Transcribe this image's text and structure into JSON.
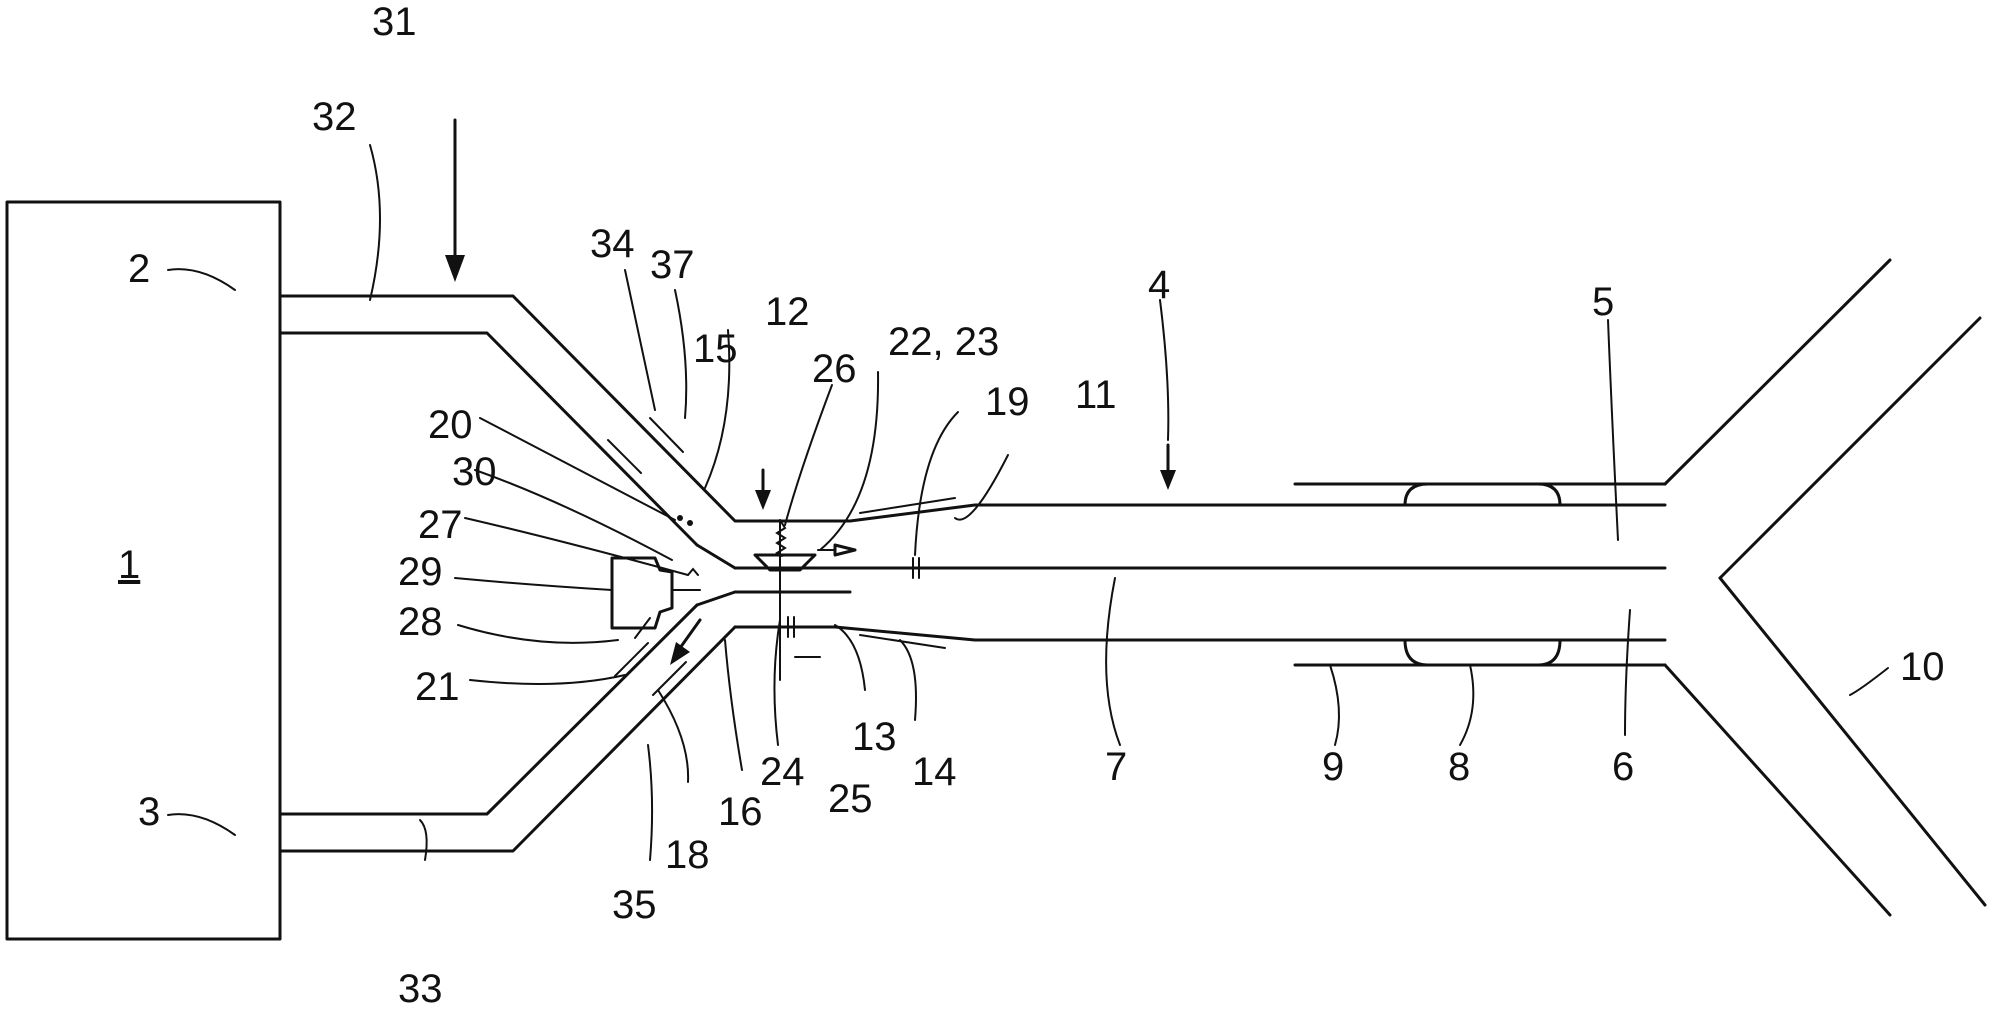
{
  "colors": {
    "line": "#111111",
    "background": "#ffffff"
  },
  "labels": {
    "l1": "1",
    "l2": "2",
    "l3": "3",
    "l4": "4",
    "l5": "5",
    "l6": "6",
    "l7": "7",
    "l8": "8",
    "l9": "9",
    "l10": "10",
    "l11": "11",
    "l12": "12",
    "l13": "13",
    "l14": "14",
    "l15": "15",
    "l16": "16",
    "l18": "18",
    "l19": "19",
    "l20": "20",
    "l21": "21",
    "l22_23": "22, 23",
    "l24": "24",
    "l25": "25",
    "l26": "26",
    "l27": "27",
    "l28": "28",
    "l29": "29",
    "l30": "30",
    "l31": "31",
    "l32": "32",
    "l33": "33",
    "l34": "34",
    "l35": "35",
    "l37": "37"
  }
}
